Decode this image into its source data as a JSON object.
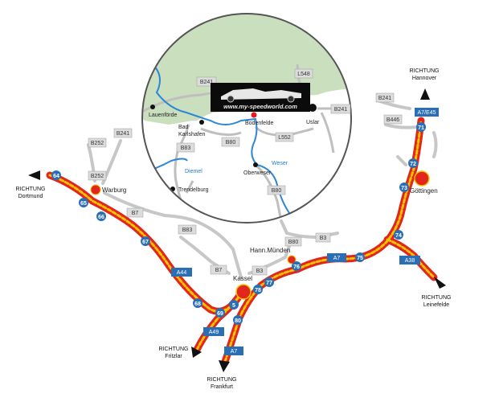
{
  "logo": {
    "text": "www.my-speedworld.com"
  },
  "cities": {
    "kassel": "Kassel",
    "goettingen": "Göttingen",
    "warburg": "Warburg",
    "hann_muenden": "Hann.Münden"
  },
  "inset_places": {
    "lauenfoerde": "Lauenförde",
    "bad_karlshafen": "Bad\nKarlshafen",
    "bodenfelde": "Bodenfelde",
    "uslar": "Uslar",
    "oberweser": "Oberweser",
    "trendelburg": "Trendelburg",
    "diemel": "Diemel",
    "weser": "Weser"
  },
  "directions": {
    "hannover": [
      "RICHTUNG",
      "Hannover"
    ],
    "dortmund": [
      "RICHTUNG",
      "Dortmund"
    ],
    "leinefelde": [
      "RICHTUNG",
      "Leinefelde"
    ],
    "fritzlar": [
      "RICHTUNG",
      "Fritzlar"
    ],
    "frankfurt": [
      "RICHTUNG",
      "Frankfurt"
    ]
  },
  "road_signs": {
    "b241_inset_top": "B241",
    "l548": "L548",
    "b241_inset_right": "B241",
    "b80_inset": "B80",
    "l552": "L552",
    "b83_inset": "B83",
    "b80_inset_low": "B80",
    "b241_right": "B241",
    "b446": "B446",
    "b252_top": "B252",
    "b241_left": "B241",
    "b252_warburg": "B252",
    "b7_top": "B7",
    "b83": "B83",
    "b7_bottom": "B7",
    "b80": "B80",
    "b3_top": "B3",
    "b3_bottom": "B3"
  },
  "autobahn_signs": {
    "a7_e45": "A7/E45",
    "a44": "A44",
    "a7_mid": "A7",
    "a38": "A38",
    "a49": "A49",
    "a7_bottom": "A7"
  },
  "exits": [
    "64",
    "65",
    "66",
    "67",
    "68",
    "69",
    "5",
    "80",
    "78",
    "77",
    "76",
    "75",
    "74",
    "73",
    "72",
    "71"
  ]
}
